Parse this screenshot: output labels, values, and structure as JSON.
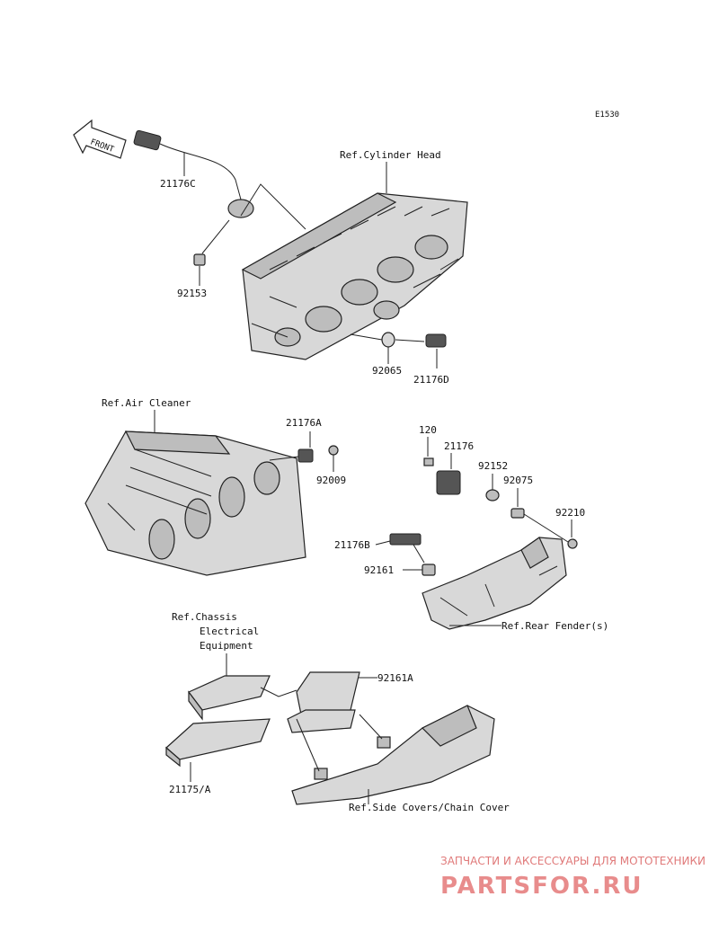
{
  "diagram_code": "E1530",
  "front_label": "FRONT",
  "refs": {
    "cylinder_head": "Ref.Cylinder Head",
    "air_cleaner": "Ref.Air Cleaner",
    "chassis_line1": "Ref.Chassis",
    "chassis_line2": "Electrical",
    "chassis_line3": "Equipment",
    "rear_fender": "Ref.Rear Fender(s)",
    "side_covers": "Ref.Side Covers/Chain Cover"
  },
  "parts": {
    "p21176C": "21176C",
    "p92153": "92153",
    "p92065": "92065",
    "p21176D": "21176D",
    "p21176A": "21176A",
    "p92009": "92009",
    "p120": "120",
    "p21176": "21176",
    "p92152": "92152",
    "p92075": "92075",
    "p92210": "92210",
    "p21176B": "21176B",
    "p92161": "92161",
    "p92161A": "92161A",
    "p21175A": "21175/A"
  },
  "watermark": {
    "tagline": "ЗАПЧАСТИ И АКСЕССУАРЫ ДЛЯ МОТОТЕХНИКИ",
    "brand": "PARTSFOR.RU"
  }
}
